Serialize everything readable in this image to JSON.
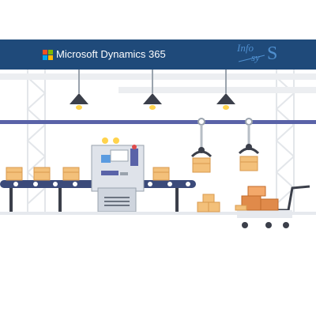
{
  "header": {
    "product_name": "Microsoft Dynamics 365",
    "brand_line1": "Info",
    "brand_line2": "sy",
    "brand_mark": "S",
    "colors": {
      "banner": "#1f4a7a",
      "brand": "#4f8fcf",
      "ms_red": "#f25022",
      "ms_green": "#7fba00",
      "ms_blue": "#00a4ef",
      "ms_yellow": "#ffb900"
    }
  },
  "illustration": {
    "icons": [
      "microsoft-logo-icon",
      "ceiling-lamp-icon",
      "conveyor-belt-icon",
      "control-machine-icon",
      "robotic-arm-icon",
      "cardboard-box-icon",
      "hand-cart-icon"
    ]
  }
}
